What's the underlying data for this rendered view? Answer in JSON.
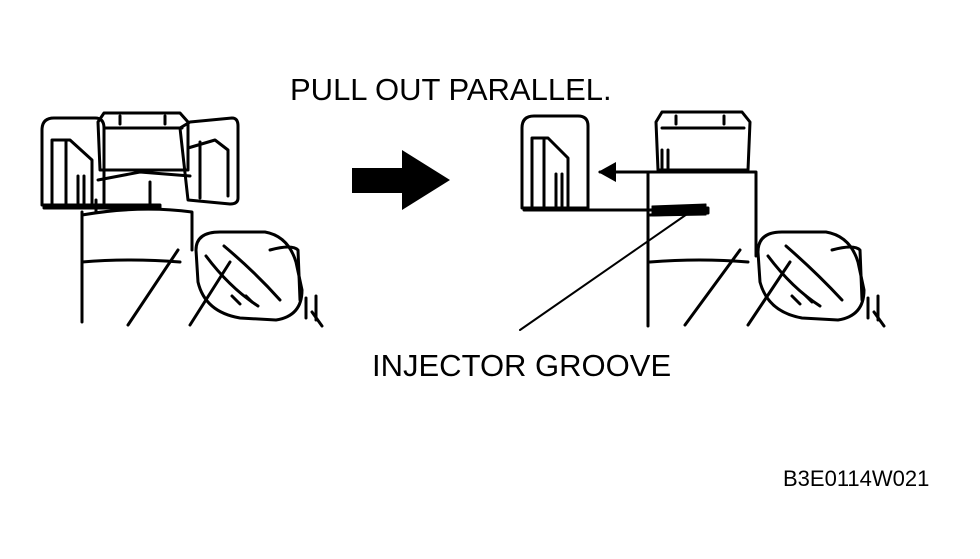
{
  "labels": {
    "instruction": "PULL OUT PARALLEL.",
    "part": "INJECTOR GROOVE",
    "figure_code": "B3E0114W021"
  },
  "colors": {
    "ink": "#000000",
    "paper": "#ffffff"
  },
  "icons": {
    "direction_arrow": "right-arrow-icon",
    "pull_arrow": "left-arrow-icon"
  }
}
